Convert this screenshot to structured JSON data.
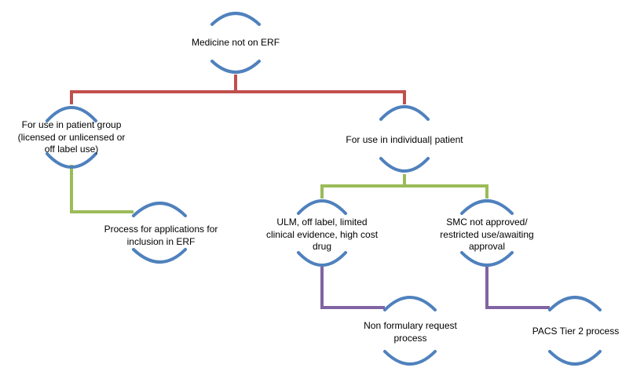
{
  "colors": {
    "root_connector": "#c0504d",
    "level2_connector": "#9bbb59",
    "level3_connector": "#8064a2",
    "node_arc": "#4f81bd"
  },
  "nodes": {
    "medicine_not_on_erf": "Medicine not on ERF",
    "patient_group": "For use in patient group\n(licensed or unlicensed or\noff label use)",
    "individual_patient": "For use in individual| patient",
    "applications_for_inclusion": "Process for applications for\ninclusion in ERF",
    "ulm_off_label": "ULM, off label, limited\nclinical evidence, high cost\ndrug",
    "smc_not_approved": "SMC not approved/\nrestricted use/awaiting\napproval",
    "non_formulary_request": "Non formulary request\nprocess",
    "pacs_tier2": "PACS Tier 2 process"
  }
}
